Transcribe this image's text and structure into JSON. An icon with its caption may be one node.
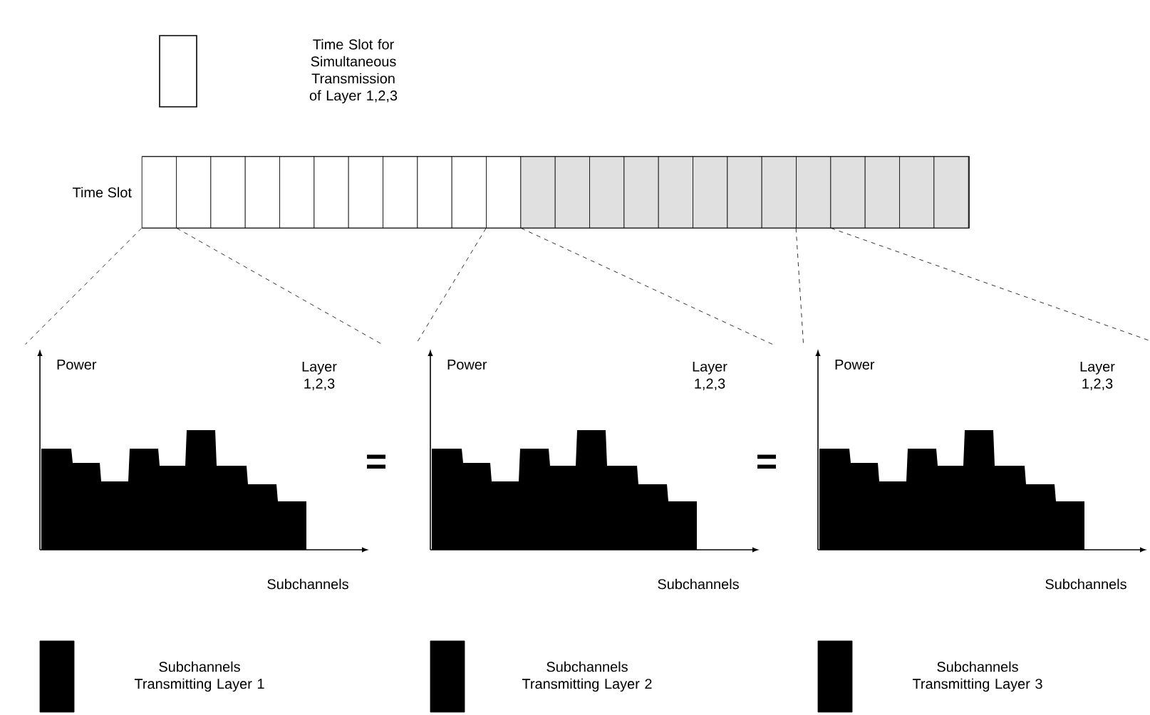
{
  "diagram": {
    "nodes": [
      {
        "text": [],
        "shape": "box",
        "beside": [
          "Time Slot"
        ]
      },
      {
        "text": [],
        "shape": "box",
        "in": 0
      },
      {
        "text": [],
        "shape": "box",
        "in": 0
      },
      {
        "text": [],
        "shape": "box",
        "in": 0
      },
      {
        "text": [],
        "shape": "box",
        "in": 0
      },
      {
        "text": [],
        "shape": "box",
        "in": 0
      },
      {
        "text": [],
        "shape": "box",
        "in": 0
      },
      {
        "text": [],
        "shape": "box",
        "in": 0
      },
      {
        "text": [],
        "shape": "box",
        "in": 0
      },
      {
        "text": [],
        "shape": "box",
        "in": 0
      },
      {
        "text": [],
        "shape": "box",
        "in": 0
      },
      {
        "text": [],
        "shape": "box",
        "in": 0
      },
      {
        "text": [],
        "shape": "box",
        "in": 0
      },
      {
        "text": [],
        "shape": "box",
        "in": 0
      },
      {
        "text": [],
        "shape": "box",
        "in": 0
      },
      {
        "text": [],
        "shape": "box",
        "in": 0
      },
      {
        "text": [],
        "shape": "box",
        "in": 0
      },
      {
        "text": [],
        "shape": "box",
        "in": 0
      },
      {
        "text": [],
        "shape": "box",
        "in": 0
      },
      {
        "text": [],
        "shape": "box",
        "in": 0
      },
      {
        "text": [],
        "shape": "box",
        "in": 0
      },
      {
        "text": [],
        "shape": "box",
        "in": 0
      },
      {
        "text": [],
        "shape": "box",
        "in": 0
      },
      {
        "text": [],
        "shape": "box",
        "in": 0
      },
      {
        "text": [],
        "shape": "box",
        "in": 0
      },
      {
        "text": [
          "Power",
          "Layer 1,2,3",
          "Subchannels"
        ]
      },
      {
        "text": [
          "Power",
          "Layer 1,2,3",
          "Subchannels"
        ]
      },
      {
        "text": [
          "Power",
          "Layer 1,2,3",
          "Subchannels"
        ]
      }
    ],
    "edges": [
      {
        "from": 1,
        "to": 25,
        "arrow": "none",
        "style": "dashed"
      },
      {
        "from": 1,
        "to": 25,
        "arrow": "none",
        "style": "dashed"
      },
      {
        "from": 11,
        "to": 26,
        "arrow": "none",
        "style": "dashed"
      },
      {
        "from": 11,
        "to": 26,
        "arrow": "none",
        "style": "dashed"
      },
      {
        "from": 20,
        "to": 27,
        "arrow": "none",
        "style": "dashed"
      },
      {
        "from": 20,
        "to": 27,
        "arrow": "none",
        "style": "dashed"
      }
    ],
    "labels": [
      "=",
      "="
    ],
    "legend": [
      {
        "text": "Time Slot for Simultaneous Transmission of Layer 1,2,3"
      },
      {
        "text": "Subchannels Transmitting Layer 1",
        "color": "#000000"
      },
      {
        "text": "Subchannels Transmitting Layer 2",
        "color": "#000000"
      },
      {
        "text": "Subchannels Transmitting Layer 3",
        "color": "#000000"
      }
    ]
  }
}
